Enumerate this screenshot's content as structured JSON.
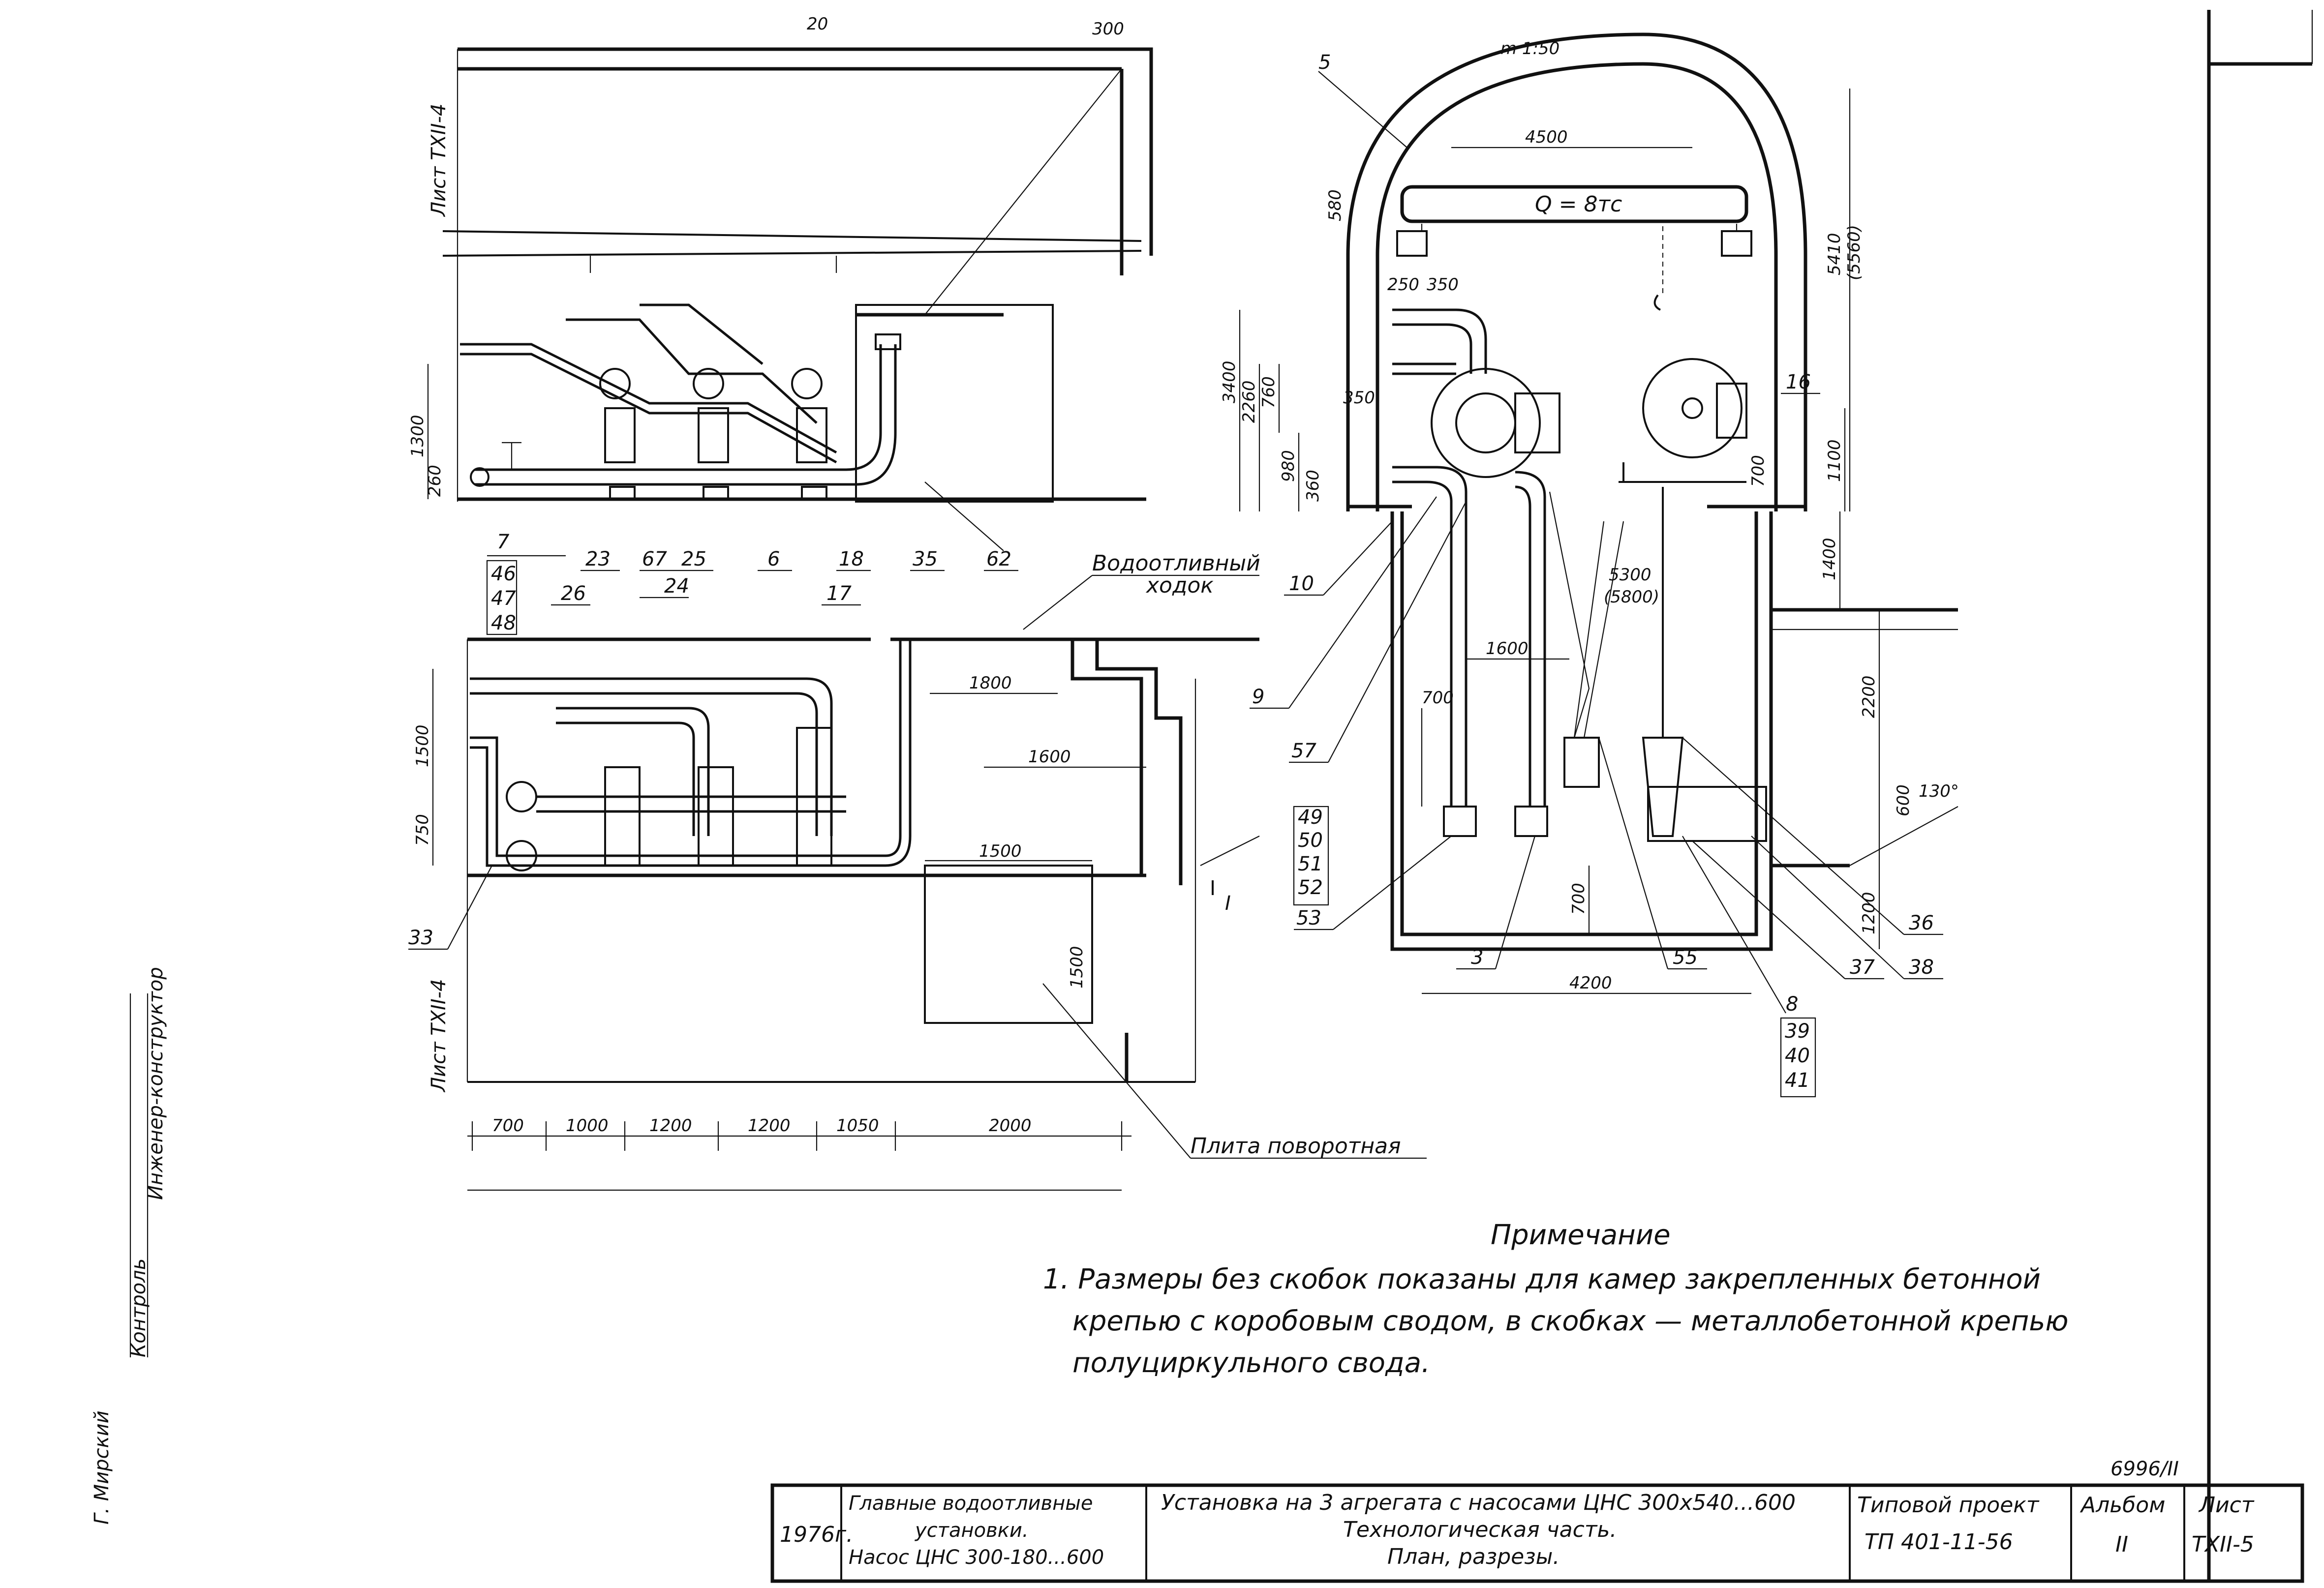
{
  "top_marks": {
    "m_left": "20",
    "m_right": "300",
    "scale": "m 1:50"
  },
  "sheet_refs": {
    "ref_top": "Лист ТХII-4",
    "ref_bottom": "Лист ТХII-4"
  },
  "section_arrow": "I",
  "side_stamp": [
    "Г. Мирский",
    "Контроль",
    "Инженер-конструктор"
  ],
  "elevation_left": {
    "dims": [
      "1300",
      "260"
    ],
    "callouts": [
      "7",
      "46",
      "47",
      "48",
      "23",
      "67",
      "25",
      "6",
      "18",
      "35",
      "62"
    ]
  },
  "plan": {
    "callouts": [
      "26",
      "24",
      "17",
      "33"
    ],
    "vertical_dims": [
      "1500",
      "750"
    ],
    "horizontal_dims": [
      "1800",
      "1600",
      "1500"
    ],
    "box_dim": "1500",
    "bottom_dims": [
      "700",
      "1000",
      "1200",
      "1200",
      "1050",
      "2000"
    ],
    "label_corridor": [
      "Водоотливный",
      "ходок"
    ],
    "label_plate": "Плита поворотная"
  },
  "section": {
    "crane_label": "Q = 8тс",
    "top_dims": [
      "4500",
      "5410",
      "(5560)",
      "580",
      "250",
      "350",
      "350"
    ],
    "left_dims": [
      "3400",
      "2260",
      "760",
      "980",
      "360"
    ],
    "right_dims": [
      "1100",
      "700",
      "1400",
      "2200",
      "1200",
      "600",
      "130°"
    ],
    "mid_dims": [
      "5300",
      "(5800)",
      "1600",
      "700",
      "700"
    ],
    "bottom_dim": "4200",
    "callouts": [
      "5",
      "16",
      "10",
      "9",
      "57",
      "49",
      "50",
      "51",
      "52",
      "53",
      "3",
      "55",
      "8",
      "39",
      "40",
      "41",
      "37",
      "38",
      "36"
    ]
  },
  "note": {
    "heading": "Примечание",
    "lines": [
      "1. Размеры без скобок показаны для камер закрепленных бетонной",
      "крепью с коробовым сводом, в скобках — металлобетонной крепью",
      "полуциркульного свода."
    ]
  },
  "doc_number": "6996/II",
  "title_block": {
    "year": "1976г.",
    "system_line1": "Главные водоотливные",
    "system_line2": "установки.",
    "system_line3": "Насос ЦНС 300-180...600",
    "drawing_line1": "Установка на 3 агрегата с насосами ЦНС 300x540...600",
    "drawing_line2": "Технологическая часть.",
    "drawing_line3": "План, разрезы.",
    "project_label": "Типовой проект",
    "project_number": "ТП 401-11-56",
    "album_label": "Альбом",
    "album_value": "II",
    "sheet_label": "Лист",
    "sheet_value": "ТХII-5"
  }
}
